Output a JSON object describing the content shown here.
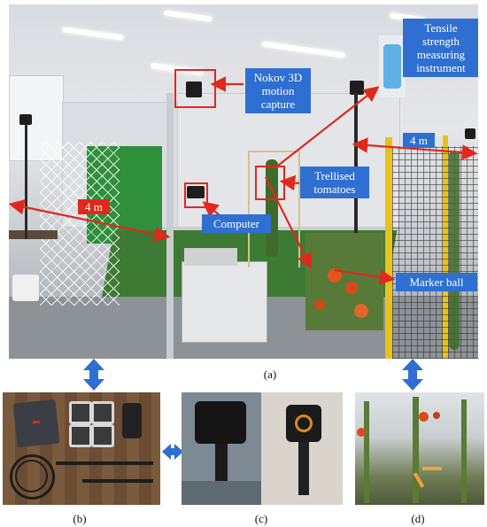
{
  "panel_a": {
    "labels": {
      "nokov": "Nokov 3D motion capture",
      "tensile": "Tensile strength measuring instrument",
      "trellised": "Trellised tomatoes",
      "computer": "Computer",
      "marker": "Marker ball",
      "dim_left": "4 m",
      "dim_right": "4 m"
    },
    "caption": "(a)"
  },
  "panel_b": {
    "caption": "(b)"
  },
  "panel_c": {
    "caption": "(c)"
  },
  "panel_d": {
    "caption": "(d)"
  },
  "colors": {
    "label_blue": "#2f6fd1",
    "highlight_red": "#e0281c",
    "connector_blue": "#2f6fd1"
  }
}
